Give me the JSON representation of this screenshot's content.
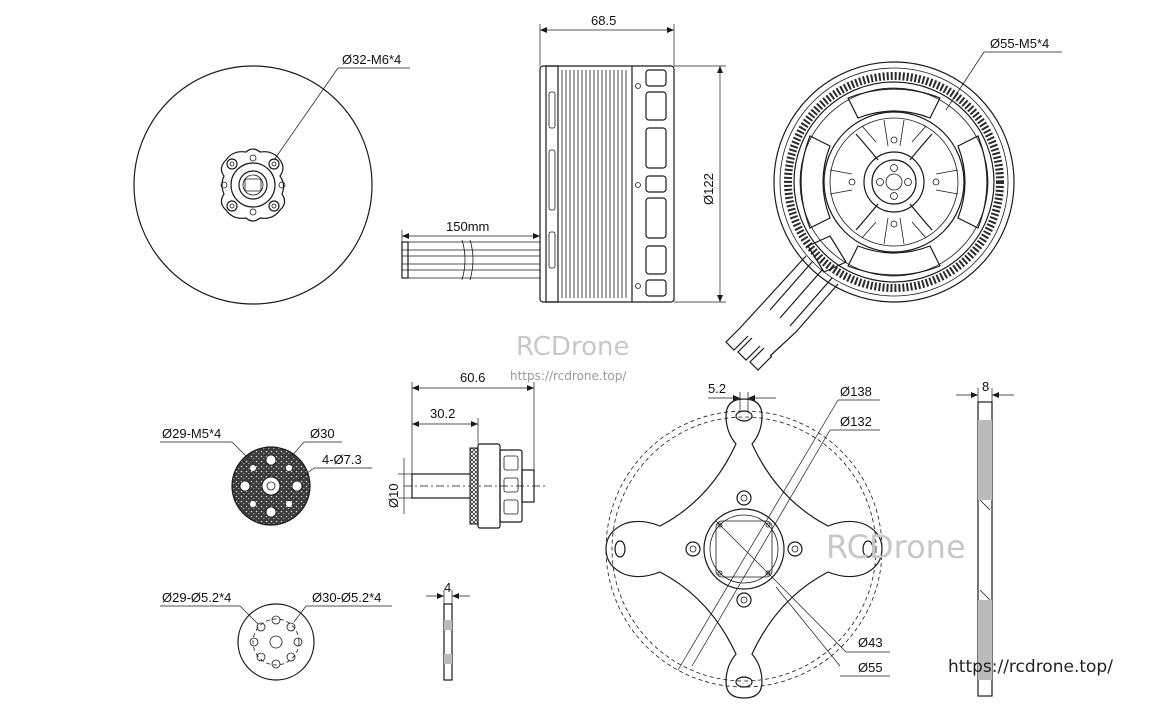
{
  "labels": {
    "top_dim_width": "68.5",
    "top_dim_height": "Ø122",
    "cable_length": "150mm",
    "front_holes": "Ø32-M6*4",
    "back_holes": "Ø55-M5*4",
    "watermark_1": "RCDrone",
    "watermark_url": "https://rcdrone.top/",
    "shaft_len_total": "60.6",
    "shaft_len_part": "30.2",
    "shaft_dia": "Ø10",
    "small_holes_1": "Ø29-M5*4",
    "small_dia_1": "Ø30",
    "small_holes_2": "4-Ø7.3",
    "small_holes_3": "Ø29-Ø5.2*4",
    "small_holes_4": "Ø30-Ø5.2*4",
    "thickness_small": "4",
    "mount_slot": "5.2",
    "mount_d1": "Ø138",
    "mount_d2": "Ø132",
    "mount_d3": "Ø43",
    "mount_d4": "Ø55",
    "watermark_2": "RCDrone",
    "thickness_plate": "8",
    "url_bottom": "https://rcdrone.top/"
  }
}
